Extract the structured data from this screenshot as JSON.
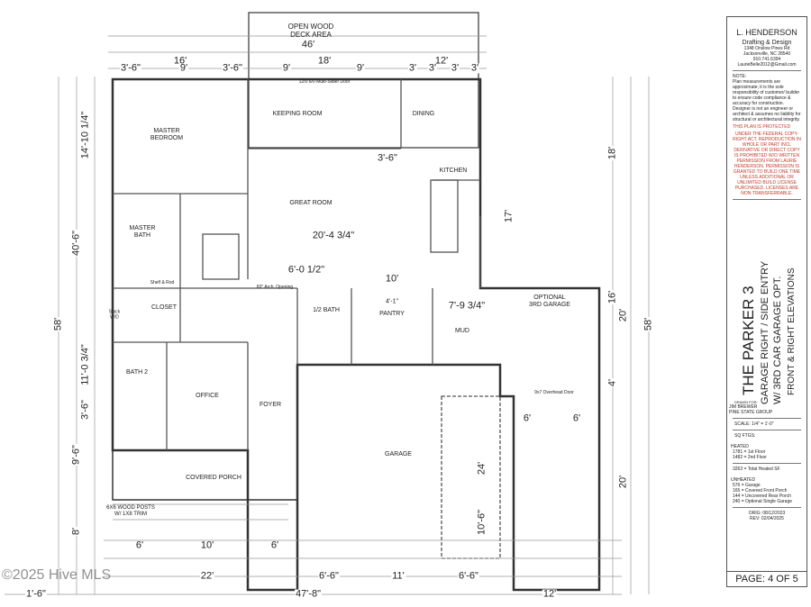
{
  "rooms": {
    "deck": "OPEN WOOD\nDECK AREA",
    "master_bedroom": "MASTER\nBEDROOM",
    "keeping_room": "KEEPING ROOM",
    "dining": "DINING",
    "kitchen": "KITCHEN",
    "great_room": "GREAT ROOM",
    "master_bath": "MASTER\nBATH",
    "closet": "CLOSET",
    "half_bath": "1/2 BATH",
    "pantry": "PANTRY",
    "mud": "MUD",
    "optional_garage": "OPTIONAL\n3RD GARAGE",
    "bath2": "BATH 2",
    "office": "OFFICE",
    "foyer": "FOYER",
    "garage": "GARAGE",
    "covered_porch": "COVERED PORCH",
    "posts": "6X6 WOOD POSTS\nW/ 1X8 TRIM",
    "overhead_door": "9x7 Overhead Door",
    "slider": "12/0 6/0 Multi-Slider Door",
    "arch": "60\" Arch. Opening",
    "wd": "Stack\nW/D",
    "shelf_rod": "Shelf & Rod"
  },
  "dimensions": {
    "top": [
      "46'",
      "16'",
      "18'",
      "12'",
      "3'-6\"",
      "9'",
      "3'-6\"",
      "9'",
      "9'",
      "3'",
      "3'",
      "3'",
      "3'"
    ],
    "bottom": [
      "47'-8\"",
      "22'",
      "11'",
      "12'",
      "6'",
      "10'",
      "6'",
      "6'-6\"",
      "6'-6\"",
      "1'-6\""
    ],
    "left": [
      "58'",
      "40'-6\"",
      "14'-10 1/4\"",
      "11'-0 3/4\"",
      "9'-6\"",
      "8'",
      "3'-6\""
    ],
    "right": [
      "18'",
      "17'",
      "16'",
      "20'",
      "58'",
      "20'",
      "4'"
    ],
    "interior": [
      "20'-4 3/4\"",
      "3'-6\"",
      "6'-0 1/2\"",
      "10'",
      "7'-9 3/4\"",
      "24'",
      "10'-6\"",
      "6'",
      "6'",
      "4'-1\""
    ]
  },
  "title_block": {
    "designer": "L. HENDERSON",
    "company": "Drafting & Design",
    "address1": "1348 Onslow Pines Rd",
    "address2": "Jacksonville, NC 28540",
    "phone": "910.741.6394",
    "email": "LaurieBelle2012@Gmail.com",
    "note_heading": "NOTE:",
    "note": "Plan measurements are approximate; it is the sole responsibility of customer/ builder to ensure code compliance & accuracy for construction. Designer is not an engineer or architect & assumes no liability for structural or architectural integrity.",
    "protected": "THIS PLAN IS PROTECTED",
    "copyright": "UNDER THE FEDERAL COPY-RIGHT ACT. REPRODUCTION IN WHOLE OR PART INCL DERIVATIVE OR DIRECT COPY IS PROHIBITED W/O WRITTEN PERMISSION FROM LAURIE HENDERSON. PERMISSION IS GRANTED TO BUILD ONE TIME UNLESS ADDITIONAL OR UNLIMITED BUILD LICENSE PURCHASED. LICENSES ARE NON-TRANSFERRABLE.",
    "plan_name": "THE PARKER 3",
    "subtitle1": "GARAGE RIGHT / SIDE ENTRY",
    "subtitle2": "W/ 3RD CAR GARAGE OPT.",
    "subtitle3": "FRONT & RIGHT ELEVATIONS",
    "drawn_for_label": "DRAWN FOR:",
    "client": "JIM BREWER",
    "client_company": "PINE STATE GROUP",
    "scale": "SCALE: 1/4\" = 1'-0\"",
    "sqft_label": "SQ FTGS:",
    "heated_label": "HEATED",
    "heated": [
      "1781 = 1st Floor",
      "1482 = 2nd Floor"
    ],
    "total": "3263 = Total Heated SF",
    "unheated_label": "UNHEATED",
    "unheated": [
      "576 = Garage",
      "165 = Covered Front Porch",
      "144 = Uncovered Rear Porch",
      "240 = Optional Single Garage"
    ],
    "orig": "ORIG: 08/12/2023",
    "rev": "REV: 02/04/2025",
    "page": "PAGE: 4 OF 5"
  },
  "watermark": "©2025 Hive MLS"
}
